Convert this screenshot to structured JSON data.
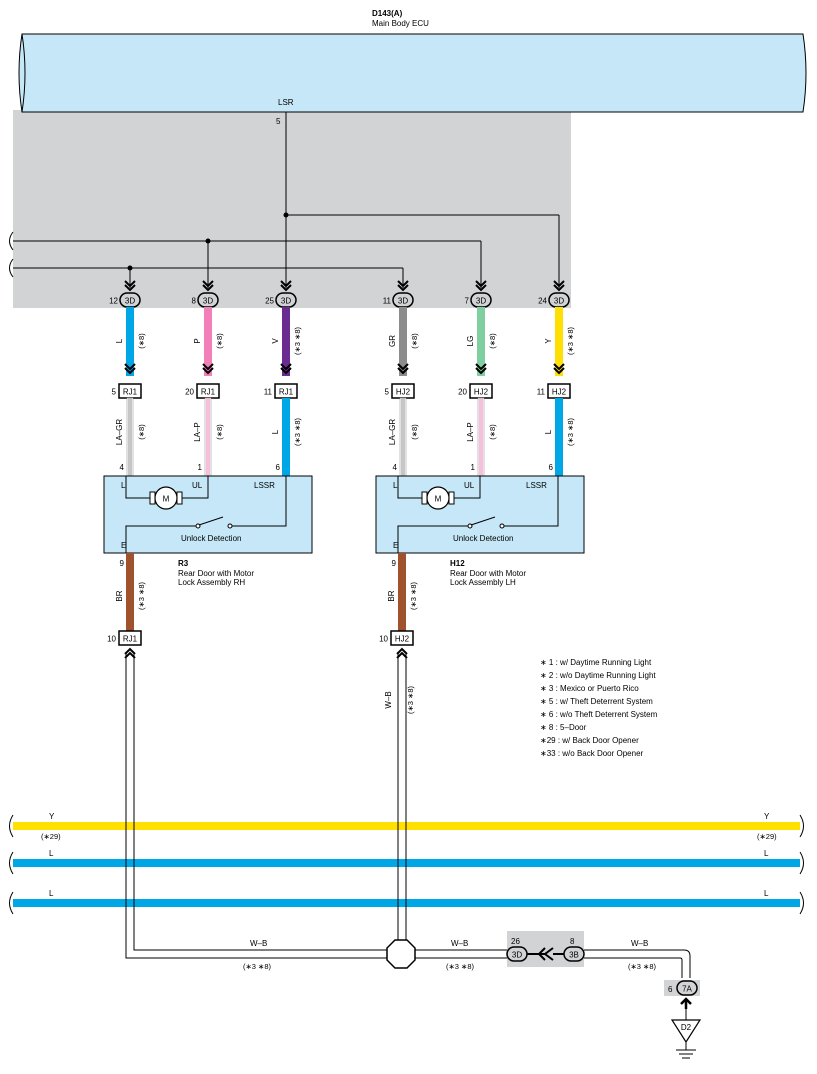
{
  "ecu": {
    "code": "D143(A)",
    "name": "Main Body ECU",
    "pin_label": "LSR",
    "pin_number": "5"
  },
  "colors": {
    "L": "#00a7e6",
    "P": "#f27fb8",
    "V": "#6a2c91",
    "GR": "#8c8c8c",
    "LG": "#7fcfa0",
    "Y": "#ffe000",
    "BR": "#a0522d",
    "ecu_fill": "#c5e7f7",
    "shade": "#d2d3d5",
    "box_fill": "#c5e7f7"
  },
  "upper_connectors": [
    {
      "pin": "12",
      "conn": "3D",
      "wire": "L",
      "note": "(∗8)"
    },
    {
      "pin": "8",
      "conn": "3D",
      "wire": "P",
      "note": "(∗8)"
    },
    {
      "pin": "25",
      "conn": "3D",
      "wire": "V",
      "note": "(∗3 ∗8)"
    },
    {
      "pin": "11",
      "conn": "3D",
      "wire": "GR",
      "note": "(∗8)"
    },
    {
      "pin": "7",
      "conn": "3D",
      "wire": "LG",
      "note": "(∗8)"
    },
    {
      "pin": "24",
      "conn": "3D",
      "wire": "Y",
      "note": "(∗3 ∗8)"
    }
  ],
  "mid_connectors": [
    {
      "pin": "5",
      "conn": "RJ1",
      "wire": "LA–GR",
      "note": "(∗8)",
      "dest": "4"
    },
    {
      "pin": "20",
      "conn": "RJ1",
      "wire": "LA–P",
      "note": "(∗8)",
      "dest": "1"
    },
    {
      "pin": "11",
      "conn": "RJ1",
      "wire": "L",
      "note": "(∗3 ∗8)",
      "dest": "6"
    },
    {
      "pin": "5",
      "conn": "HJ2",
      "wire": "LA–GR",
      "note": "(∗8)",
      "dest": "4"
    },
    {
      "pin": "20",
      "conn": "HJ2",
      "wire": "LA–P",
      "note": "(∗8)",
      "dest": "1"
    },
    {
      "pin": "11",
      "conn": "HJ2",
      "wire": "L",
      "note": "(∗3 ∗8)",
      "dest": "6"
    }
  ],
  "assemblies": [
    {
      "code": "R3",
      "name_line1": "Rear Door with Motor",
      "name_line2": "Lock Assembly RH",
      "pin_l": "L",
      "pin_ul": "UL",
      "pin_lssr": "LSSR",
      "pin_e": "E",
      "motor": "M",
      "switch_label": "Unlock Detection",
      "ground_pin": "9",
      "ground_wire": "BR",
      "ground_note": "(∗3 ∗8)",
      "bottom_pin": "10",
      "bottom_conn": "RJ1"
    },
    {
      "code": "H12",
      "name_line1": "Rear Door with Motor",
      "name_line2": "Lock Assembly LH",
      "pin_l": "L",
      "pin_ul": "UL",
      "pin_lssr": "LSSR",
      "pin_e": "E",
      "motor": "M",
      "switch_label": "Unlock Detection",
      "ground_pin": "9",
      "ground_wire": "BR",
      "ground_note": "(∗3 ∗8)",
      "bottom_pin": "10",
      "bottom_conn": "HJ2"
    }
  ],
  "notes": [
    "∗ 1 : w/ Daytime Running Light",
    "∗ 2 : w/o Daytime Running Light",
    "∗ 3 : Mexico or Puerto Rico",
    "∗ 5 : w/ Theft Deterrent System",
    "∗ 6 : w/o Theft Deterrent System",
    "∗ 8 : 5–Door",
    "∗29 : w/ Back Door Opener",
    "∗33 : w/o Back Door Opener"
  ],
  "bus_wires": [
    {
      "color": "Y",
      "left_label": "Y",
      "left_note": "(∗29)",
      "right_label": "Y",
      "right_note": "(∗29)"
    },
    {
      "color": "L",
      "left_label": "L",
      "left_note": "",
      "right_label": "L",
      "right_note": ""
    },
    {
      "color": "L",
      "left_label": "L",
      "left_note": "",
      "right_label": "L",
      "right_note": ""
    }
  ],
  "lh_vertical": {
    "wire": "W–B",
    "note": "(∗3 ∗8)"
  },
  "ground_run": [
    {
      "wire": "W–B",
      "note": "(∗3 ∗8)"
    },
    {
      "wire": "W–B",
      "note": "(∗3 ∗8)"
    },
    {
      "wire": "W–B",
      "note": "(∗3 ∗8)"
    }
  ],
  "junction": {
    "left_pin": "26",
    "left_conn": "3D",
    "right_pin": "8",
    "right_conn": "3B"
  },
  "ground_connector": {
    "pin": "6",
    "conn": "7A"
  },
  "ground_point": "D2"
}
